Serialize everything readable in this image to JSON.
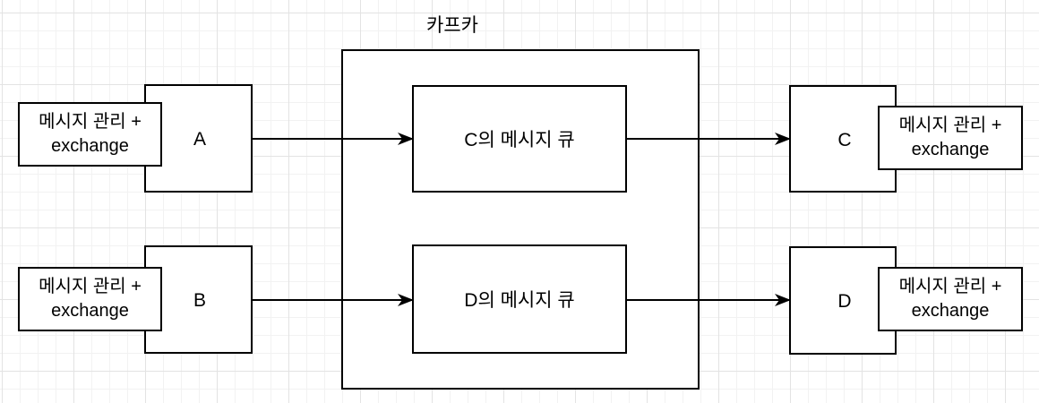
{
  "kafka": {
    "title": "카프카",
    "queues": [
      {
        "label": "C의 메시지 큐"
      },
      {
        "label": "D의 메시지 큐"
      }
    ]
  },
  "producers": [
    {
      "name": "A",
      "sub_label": "메시지 관리 +\nexchange"
    },
    {
      "name": "B",
      "sub_label": "메시지 관리 +\nexchange"
    }
  ],
  "consumers": [
    {
      "name": "C",
      "sub_label": "메시지 관리 +\nexchange"
    },
    {
      "name": "D",
      "sub_label": "메시지 관리 +\nexchange"
    }
  ],
  "edges": [
    {
      "from": "A",
      "to": "C의 메시지 큐"
    },
    {
      "from": "B",
      "to": "D의 메시지 큐"
    },
    {
      "from": "C의 메시지 큐",
      "to": "C"
    },
    {
      "from": "D의 메시지 큐",
      "to": "D"
    }
  ],
  "colors": {
    "stroke": "#000000",
    "fill": "#ffffff",
    "grid": "#e3e3e3"
  }
}
